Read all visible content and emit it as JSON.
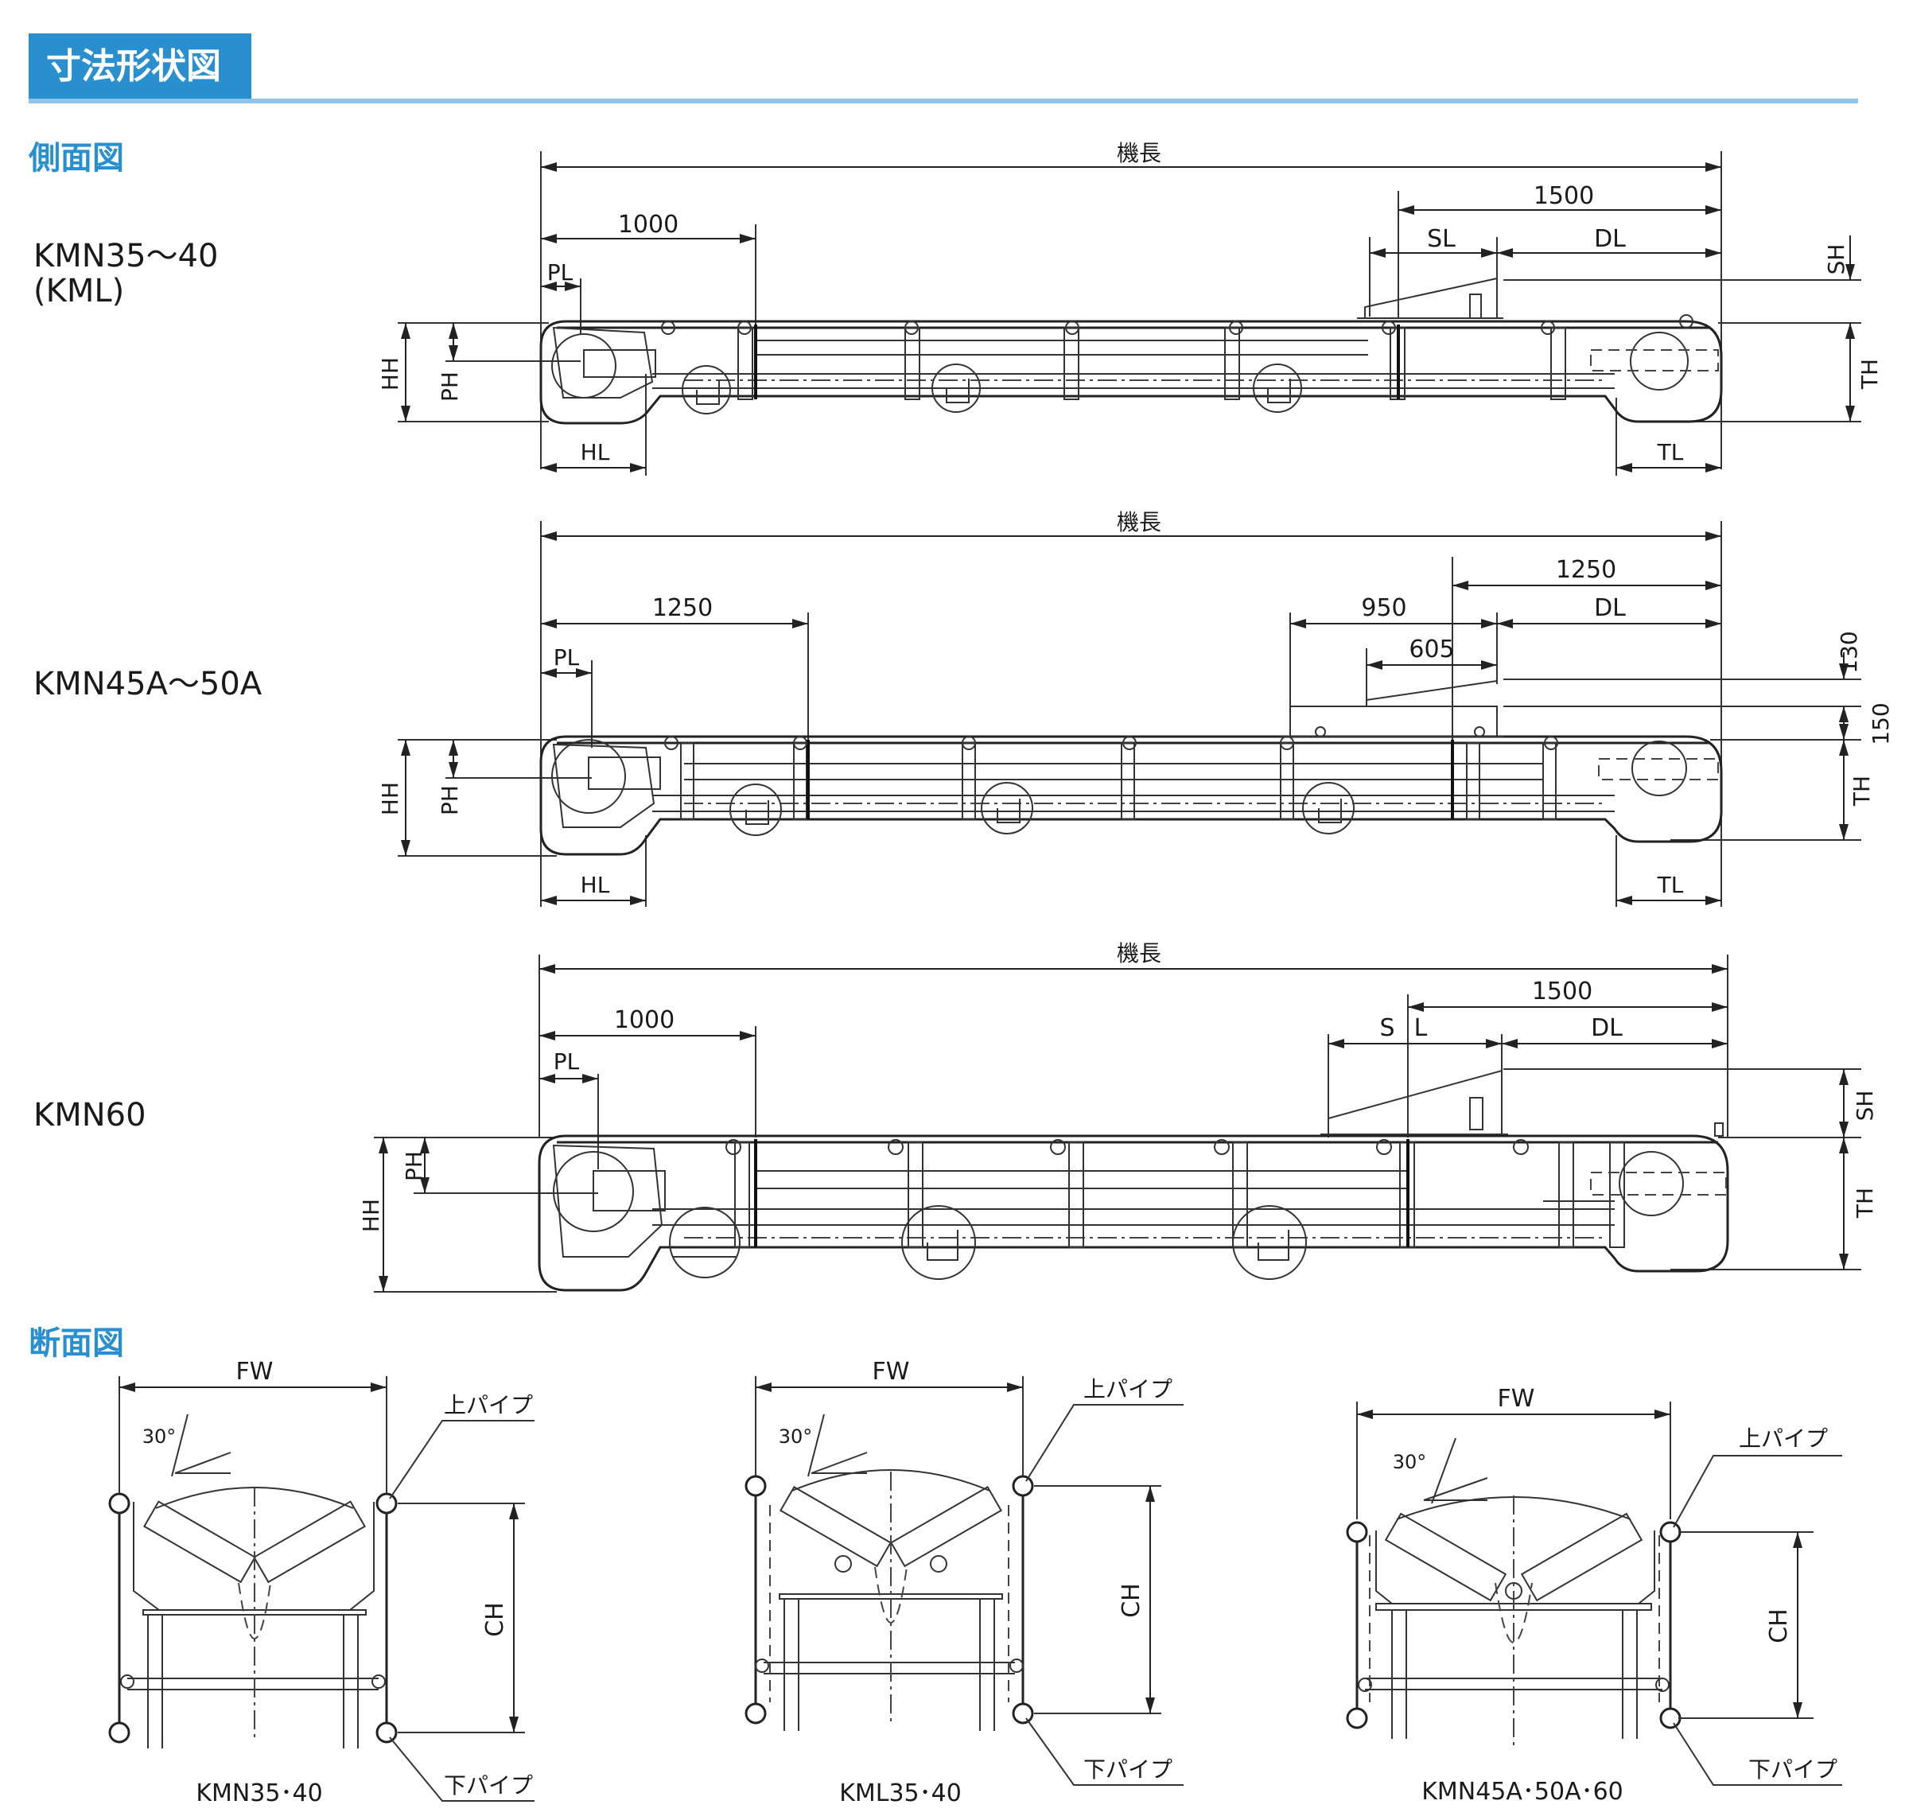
{
  "header": {
    "title": "寸法形状図"
  },
  "sections": {
    "side_view": "側面図",
    "cross_section": "断面図"
  },
  "models": {
    "m1_line1": "KMN35～40",
    "m1_line2": "(KML)",
    "m2": "KMN45A～50A",
    "m3": "KMN60"
  },
  "dims_common": {
    "machine_length": "機長",
    "pl": "PL",
    "hh": "HH",
    "ph": "PH",
    "hl": "HL",
    "tl": "TL",
    "th": "TH",
    "sh": "SH",
    "dl": "DL"
  },
  "view1": {
    "head": "1000",
    "tail": "1500",
    "sl": "SL"
  },
  "view2": {
    "head": "1250",
    "tail": "1250",
    "d950": "950",
    "d605": "605",
    "d130": "130",
    "d150": "150"
  },
  "view3": {
    "head": "1000",
    "tail": "1500",
    "s": "S",
    "l": "L"
  },
  "cross": {
    "fw": "FW",
    "ch": "CH",
    "angle": "30°",
    "upper_pipe": "上パイプ",
    "lower_pipe": "下パイプ",
    "caption1": "KMN35･40",
    "caption2": "KML35･40",
    "caption3": "KMN45A･50A･60"
  }
}
